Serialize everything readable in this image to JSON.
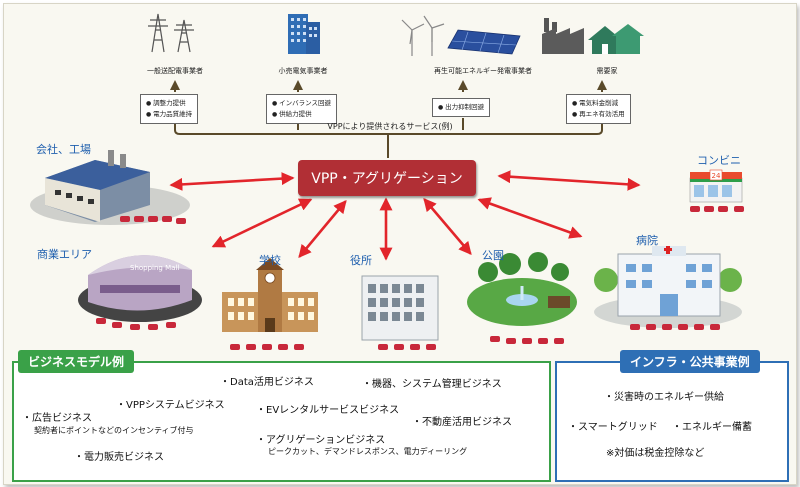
{
  "stakeholders": [
    {
      "name": "一般送配電事業者",
      "services": [
        "調整力提供",
        "電力品質維持"
      ]
    },
    {
      "name": "小売電気事業者",
      "services": [
        "インバランス回避",
        "供給力提供"
      ]
    },
    {
      "name": "再生可能エネルギー発電事業者",
      "services": [
        "出力抑制回避"
      ]
    },
    {
      "name": "需要家",
      "services": [
        "電気料金削減",
        "再エネ有効活用"
      ]
    }
  ],
  "service_caption": "VPPにより提供されるサービス(例)",
  "vpp_label": "VPP・アグリゲーション",
  "sites": {
    "factory": "会社、工場",
    "convenience": "コンビニ",
    "commercial": "商業エリア",
    "school": "学校",
    "office": "役所",
    "park": "公園",
    "hospital": "病院"
  },
  "signs": {
    "mall": "Shopping Mall",
    "store_no": "24"
  },
  "business": {
    "title": "ビジネスモデル例",
    "items": [
      "・Data活用ビジネス",
      "・機器、システム管理ビジネス",
      "・VPPシステムビジネス",
      "・広告ビジネス",
      "契約者にポイントなどのインセンティブ付与",
      "・EVレンタルサービスビジネス",
      "・不動産活用ビジネス",
      "・アグリゲーションビジネス",
      "ピークカット、デマンドレスポンス、電力ディーリング",
      "・電力販売ビジネス"
    ]
  },
  "infra": {
    "title": "インフラ・公共事業例",
    "items": [
      "・災害時のエネルギー供給",
      "・スマートグリッド",
      "・エネルギー備蓄",
      "※対価は税金控除など"
    ]
  },
  "colors": {
    "vpp": "#b12f35",
    "arrow": "#e2252b",
    "business": "#3aa148",
    "infra": "#2e6fb5",
    "label": "#1f5fae"
  }
}
